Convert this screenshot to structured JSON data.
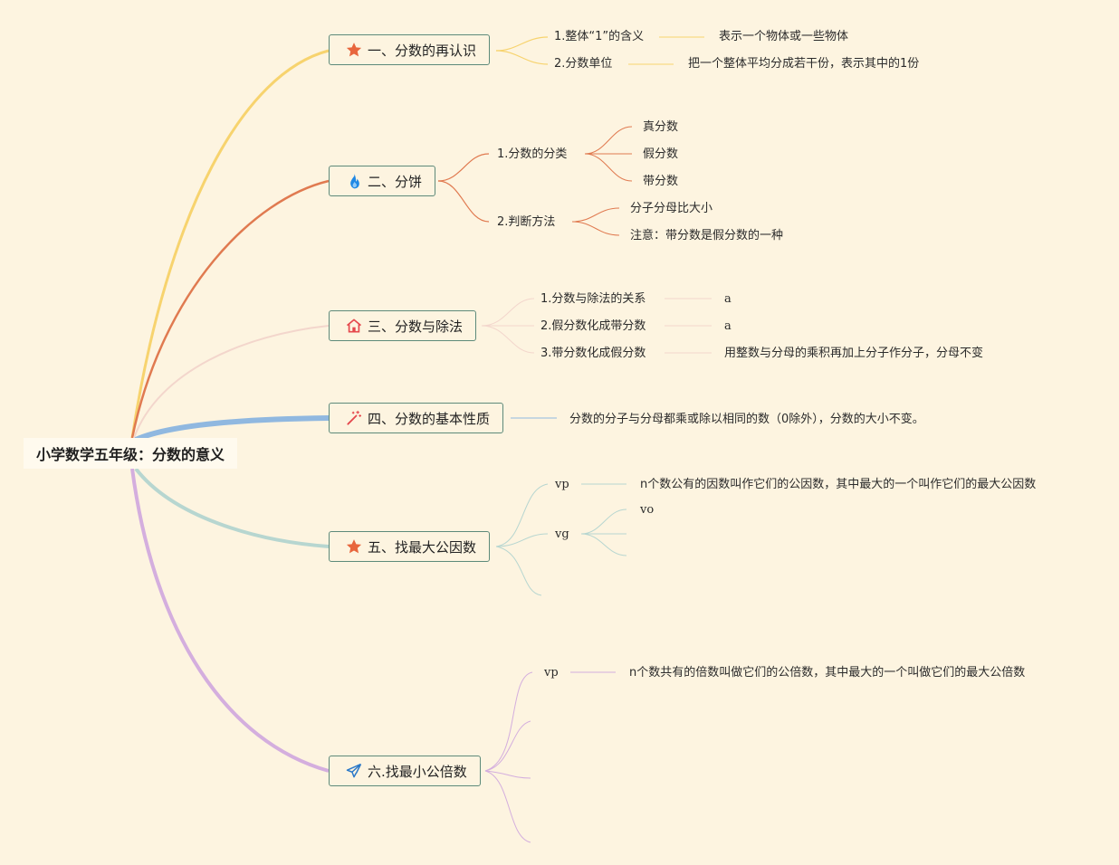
{
  "root": {
    "label": "小学数学五年级：分数的意义"
  },
  "branches": [
    {
      "label": "一、分数的再认识",
      "icon": "star-icon",
      "color": "#f7d36e"
    },
    {
      "label": "二、分饼",
      "icon": "flame-icon",
      "color": "#e07a50"
    },
    {
      "label": "三、分数与除法",
      "icon": "home-icon",
      "color": "#f3d6cc"
    },
    {
      "label": "四、分数的基本性质",
      "icon": "magic-wand-icon",
      "color": "#90b8e0"
    },
    {
      "label": "五、找最大公因数",
      "icon": "star-icon",
      "color": "#b7d6d0"
    },
    {
      "label": "六.找最小公倍数",
      "icon": "paper-plane-icon",
      "color": "#d4aede"
    }
  ],
  "b1": {
    "items": [
      {
        "label": "1.整体“1”的含义",
        "detail": "表示一个物体或一些物体"
      },
      {
        "label": "2.分数单位",
        "detail": "把一个整体平均分成若干份，表示其中的1份"
      }
    ]
  },
  "b2": {
    "items": [
      {
        "label": "1.分数的分类",
        "children": [
          "真分数",
          "假分数",
          "带分数"
        ]
      },
      {
        "label": "2.判断方法",
        "children": [
          "分子分母比大小",
          "注意：带分数是假分数的一种"
        ]
      }
    ]
  },
  "b3": {
    "items": [
      {
        "label": "1.分数与除法的关系",
        "detail": "a"
      },
      {
        "label": "2.假分数化成带分数",
        "detail": "a"
      },
      {
        "label": "3.带分数化成假分数",
        "detail": "用整数与分母的乘积再加上分子作分子，分母不变"
      }
    ]
  },
  "b4": {
    "detail": "分数的分子与分母都乘或除以相同的数（0除外），分数的大小不变。"
  },
  "b5": {
    "items": [
      {
        "label": "vp",
        "detail": "n个数公有的因数叫作它们的公因数，其中最大的一个叫作它们的最大公因数"
      },
      {
        "label": "vg",
        "children": [
          "vo"
        ]
      }
    ]
  },
  "b6": {
    "items": [
      {
        "label": "vp",
        "detail": "n个数共有的倍数叫做它们的公倍数，其中最大的一个叫做它们的最大公倍数"
      }
    ]
  },
  "colors": {
    "accent_star": "#e8663d",
    "flame": "#1e88e5",
    "home": "#e5484d",
    "plane": "#2a78c8"
  }
}
